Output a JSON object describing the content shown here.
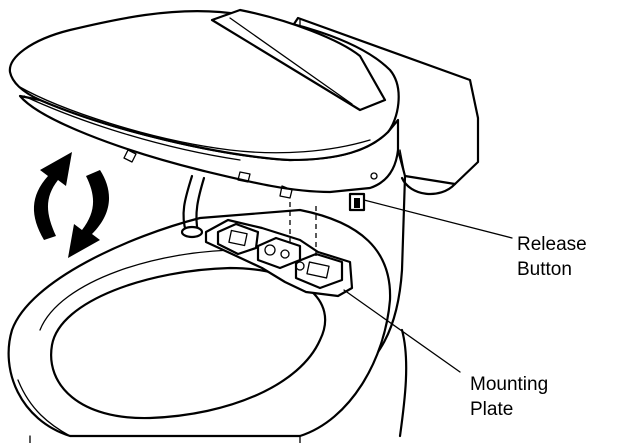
{
  "labels": {
    "release_button": [
      "Release",
      "Button"
    ],
    "mounting_plate": [
      "Mounting",
      "Plate"
    ]
  },
  "colors": {
    "line": "#000000",
    "background": "#ffffff"
  },
  "icons": [
    "curved-rotate-arrows-icon"
  ]
}
